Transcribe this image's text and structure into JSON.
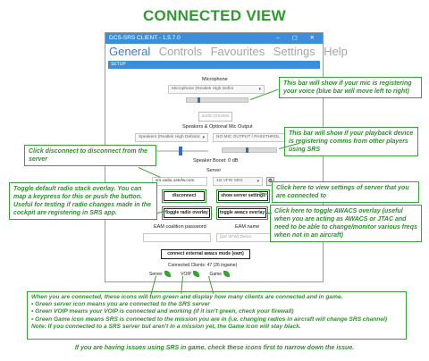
{
  "page_title": "CONNECTED VIEW",
  "window": {
    "title": "DCS-SRS CLIENT - 1.5.7.0",
    "controls": "– ▢ ✕"
  },
  "menu": [
    "General",
    "Controls",
    "Favourites",
    "Settings",
    "Help"
  ],
  "setup_label": "SETUP",
  "microphone": {
    "label": "Microphone",
    "device": "Microphone (Realtek High Defini",
    "preview_button": "audio preview",
    "level": 0.18
  },
  "speakers": {
    "label": "Speakers & Optional Mic Output",
    "device": "Speakers (Realtek High Definitic",
    "mic_output": "NO MIC OUTPUT / PASSTHROL",
    "boost_label": "Speaker Boost: 0 dB",
    "level": 0.45
  },
  "server": {
    "label": "Server",
    "address": "srs.radio.1stvfw.com",
    "name": "1st VFW SRS",
    "disconnect_button": "disconnect",
    "show_settings_button": "show server settings",
    "toggle_radio_button": "toggle radio overlay",
    "toggle_awacs_button": "toggle awacs overlay"
  },
  "eam": {
    "password_label": "EAM coalition password",
    "name_label": "EAM name",
    "name_placeholder": "[1st VFW] Demo",
    "connect_button": "connect external awacs mode (eam)"
  },
  "status": {
    "clients_label": "Connected Clients:",
    "clients_value": "47 (26 ingame)",
    "server_label": "Server",
    "voip_label": "VOIP",
    "game_label": "Game"
  },
  "callouts": {
    "mic": "This bar will show if your mic is registering your voice (blue bar will move left to right)",
    "playback": "This bar will show if your playback device is registering comms from other players using SRS",
    "disconnect": "Click disconnect to disconnect from the server",
    "server_settings": "Click here to view settings of server that you are connected to",
    "radio_overlay": "Toggle default radio stack overlay. You can map a keypress for this or push the button. Useful for testing if radio changes made in the cockpit are registering in SRS app.",
    "awacs_overlay": "Click here to toggle AWACS overlay (useful when you are acting as AWACS or JTAC and need to be able to change/monitor various freqs when not in an aircraft)"
  },
  "bottom_note": [
    "When you are connected, these icons will turn green and display how many clients are connected and in game.",
    "• Green server icon means you are connected to the SRS server",
    "• Green VOIP means your VOIP is connected and working (if it isn't green, check your firewall)",
    "• Green Game icon means SRS is connected to the mission you are in (i.e. changing radios in aircraft will change SRS channel)",
    "Note: If you connected to a SRS server but aren't in a mission yet, the Game icon will stay black."
  ],
  "footer": "If you are having issues using SRS in game, check these icons first to narrow down the issue.",
  "colors": {
    "accent": "#3a8edb",
    "callout_green": "#2f9a2f",
    "menu_active": "#3a7bd5"
  }
}
